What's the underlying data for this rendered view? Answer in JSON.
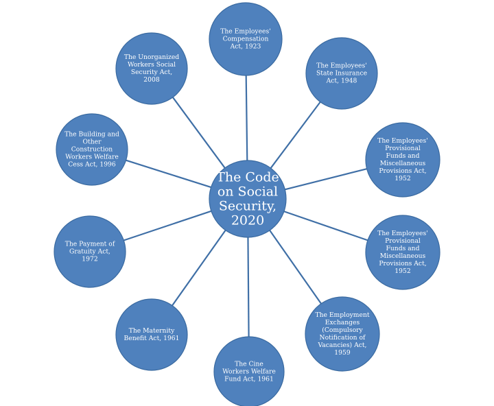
{
  "center": {
    "lines": [
      "The Code",
      "on Social",
      "Security,",
      "2020"
    ]
  },
  "nodes": [
    {
      "id": "employees-compensation-act-1923",
      "lines": [
        "The Employees'",
        "Compensation",
        "Act, 1923"
      ]
    },
    {
      "id": "employees-state-insurance-act-1948",
      "lines": [
        "The Employees'",
        "State Insurance",
        "Act, 1948"
      ]
    },
    {
      "id": "employees-provisional-funds-act-1952-a",
      "lines": [
        "The Employees'",
        "Provisional",
        "Funds and",
        "Miscellaneous",
        "Provisions Act,",
        "1952"
      ]
    },
    {
      "id": "employees-provisional-funds-act-1952-b",
      "lines": [
        "The Employees'",
        "Provisional",
        "Funds and",
        "Miscellaneous",
        "Provisions Act,",
        "1952"
      ]
    },
    {
      "id": "employment-exchanges-act-1959",
      "lines": [
        "The Employment",
        "Exchanges",
        "(Compulsory",
        "Notification of",
        "Vacancies) Act,",
        "1959"
      ]
    },
    {
      "id": "cine-workers-welfare-fund-act-1961",
      "lines": [
        "The Cine",
        "Workers Welfare",
        "Fund Act, 1961"
      ]
    },
    {
      "id": "maternity-benefit-act-1961",
      "lines": [
        "The Maternity",
        "Benefit Act, 1961"
      ]
    },
    {
      "id": "payment-of-gratuity-act-1972",
      "lines": [
        "The Payment of",
        "Gratuity Act,",
        "1972"
      ]
    },
    {
      "id": "building-construction-workers-welfare-cess-act-1996",
      "lines": [
        "The Building and",
        "Other",
        "Construction",
        "Workers Welfare",
        "Cess Act, 1996"
      ]
    },
    {
      "id": "unorganized-workers-social-security-act-2008",
      "lines": [
        "The Unorganized",
        "Workers Social",
        "Security Act,",
        "2008"
      ]
    }
  ]
}
